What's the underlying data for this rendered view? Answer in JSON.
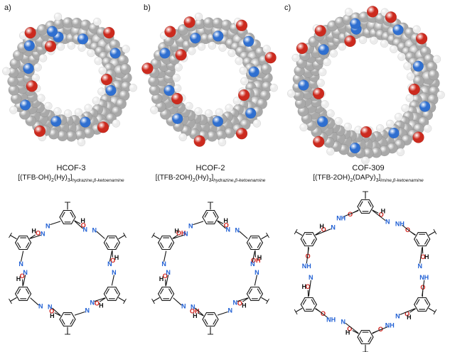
{
  "panels": [
    {
      "letter": "a)",
      "name": "HCOF-3",
      "formula_main": "[(TFB-OH)",
      "formula_sub1": "2",
      "formula_mid": "(Hy)",
      "formula_sub2": "3",
      "formula_close": "]",
      "formula_tail": "hydrazine,β-ketoenamine"
    },
    {
      "letter": "b)",
      "name": "HCOF-2",
      "formula_main": "[(TFB-2OH)",
      "formula_sub1": "2",
      "formula_mid": "(Hy)",
      "formula_sub2": "3",
      "formula_close": "]",
      "formula_tail": "hydrazine,β-ketoenamine"
    },
    {
      "letter": "c)",
      "name": "COF-309",
      "formula_main": "[(TFB-2OH)",
      "formula_sub1": "2",
      "formula_mid": "(DAPy)",
      "formula_sub2": "3",
      "formula_close": "]",
      "formula_tail": "imine,β-ketoenamine"
    }
  ],
  "atom_labels": {
    "nitrogen": "N",
    "oxygen": "O",
    "hydroxyl": "OH",
    "hydrogen": "H",
    "amine": "NH"
  },
  "colors": {
    "carbon": "#a9a9a9",
    "hydrogen": "#ececec",
    "nitrogen": "#2f6fd0",
    "oxygen": "#cc2a1e",
    "bond": "#111111",
    "n_label": "#1f5fd4",
    "o_label": "#d0201a"
  }
}
